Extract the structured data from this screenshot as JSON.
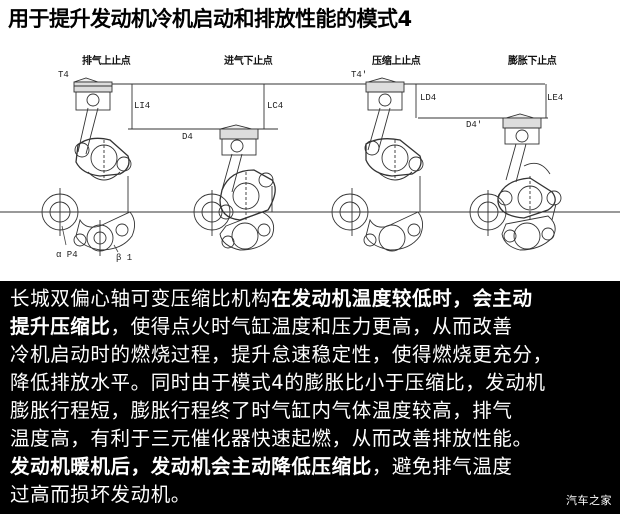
{
  "title": "用于提升发动机冷机启动和排放性能的模式4",
  "diagram": {
    "stages": [
      {
        "label": "排气上止点"
      },
      {
        "label": "进气下止点"
      },
      {
        "label": "压缩上止点"
      },
      {
        "label": "膨胀下止点"
      }
    ],
    "dimensions": {
      "t4": "T4",
      "li4": "LI4",
      "lc4": "LC4",
      "d4": "D4",
      "t4_prime": "T4'",
      "ld4": "LD4",
      "le4": "LE4",
      "d4_prime": "D4'",
      "alpha_p4": "α P4",
      "beta_1": "β 1"
    }
  },
  "description": {
    "lines": [
      [
        {
          "t": "长城双偏心轴可变压缩比机构",
          "b": false
        },
        {
          "t": "在发动机温度较低时，会主动",
          "b": true
        }
      ],
      [
        {
          "t": "提升压缩比",
          "b": true
        },
        {
          "t": "，使得点火时气缸温度和压力更高，从而改善",
          "b": false
        }
      ],
      [
        {
          "t": "冷机启动时的燃烧过程，提升怠速稳定性，使得燃烧更充分，",
          "b": false
        }
      ],
      [
        {
          "t": "降低排放水平。同时由于模式4的膨胀比小于压缩比，发动机",
          "b": false
        }
      ],
      [
        {
          "t": "膨胀行程短，膨胀行程终了时气缸内气体温度较高，排气",
          "b": false
        }
      ],
      [
        {
          "t": "温度高，有利于三元催化器快速起燃，从而改善排放性能。",
          "b": false
        }
      ],
      [
        {
          "t": "发动机暖机后，发动机会主动降低压缩比",
          "b": true
        },
        {
          "t": "，避免排气温度",
          "b": false
        }
      ],
      [
        {
          "t": "过高而损坏发动机。",
          "b": false
        }
      ]
    ]
  },
  "watermark": "汽车之家",
  "colors": {
    "background": "#ffffff",
    "textbox_bg": "#000000",
    "text": "#ffffff",
    "line_art": "#333333"
  }
}
